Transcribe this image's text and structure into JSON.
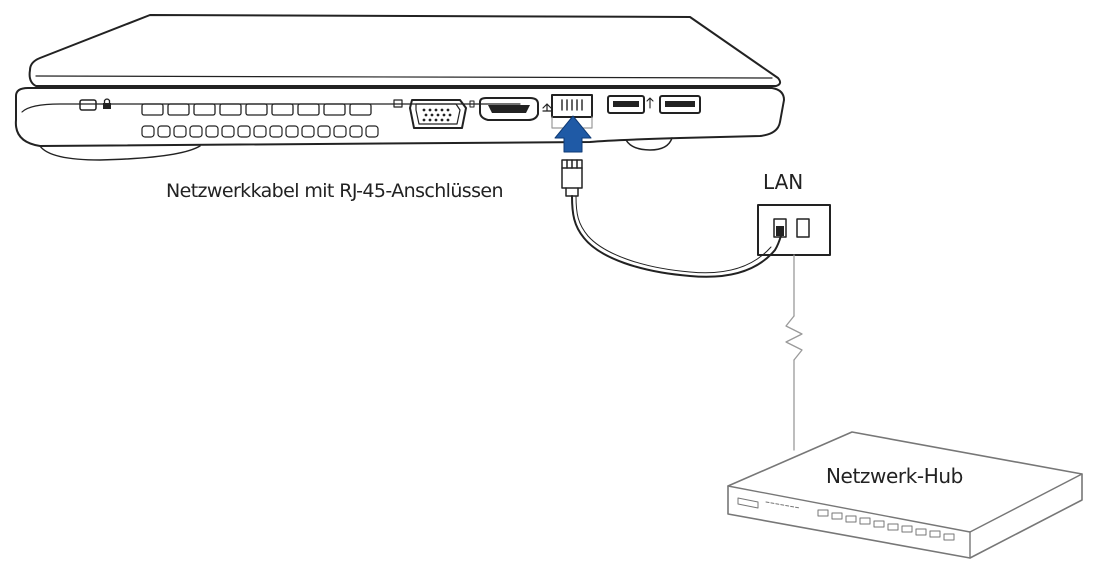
{
  "labels": {
    "cable": "Netzwerkkabel mit RJ-45-Anschlüssen",
    "lan": "LAN",
    "hub": "Netzwerk-Hub"
  },
  "icons": {
    "lock": "kensington-lock-icon",
    "vga": "vga-port-icon",
    "hdmi": "hdmi-port-icon",
    "ethernet": "ethernet-port-icon",
    "usb": "usb-port-icon",
    "arrow": "insert-arrow-icon",
    "wall": "lan-wall-socket-icon",
    "hub": "network-hub-icon"
  },
  "colors": {
    "line": "#222222",
    "arrow": "#1f5aa6",
    "gray": "#9a9a9a"
  }
}
